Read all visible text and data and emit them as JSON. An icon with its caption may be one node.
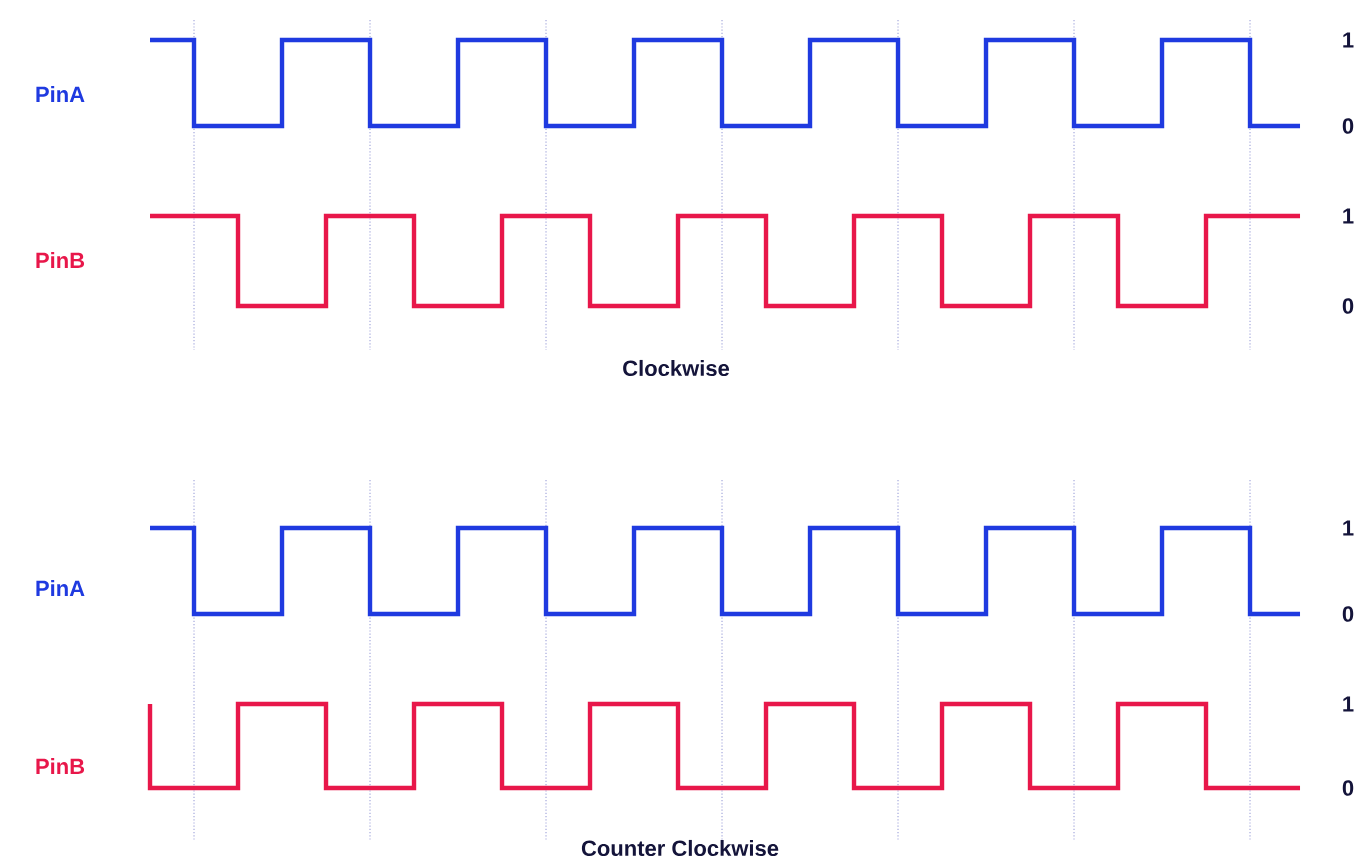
{
  "diagram": {
    "labels": [
      "PinA",
      "1",
      "0",
      "PinB",
      "1",
      "0",
      "Clockwise",
      "PinA",
      "1",
      "0",
      "PinB",
      "1",
      "0",
      "Counter Clockwise"
    ]
  }
}
